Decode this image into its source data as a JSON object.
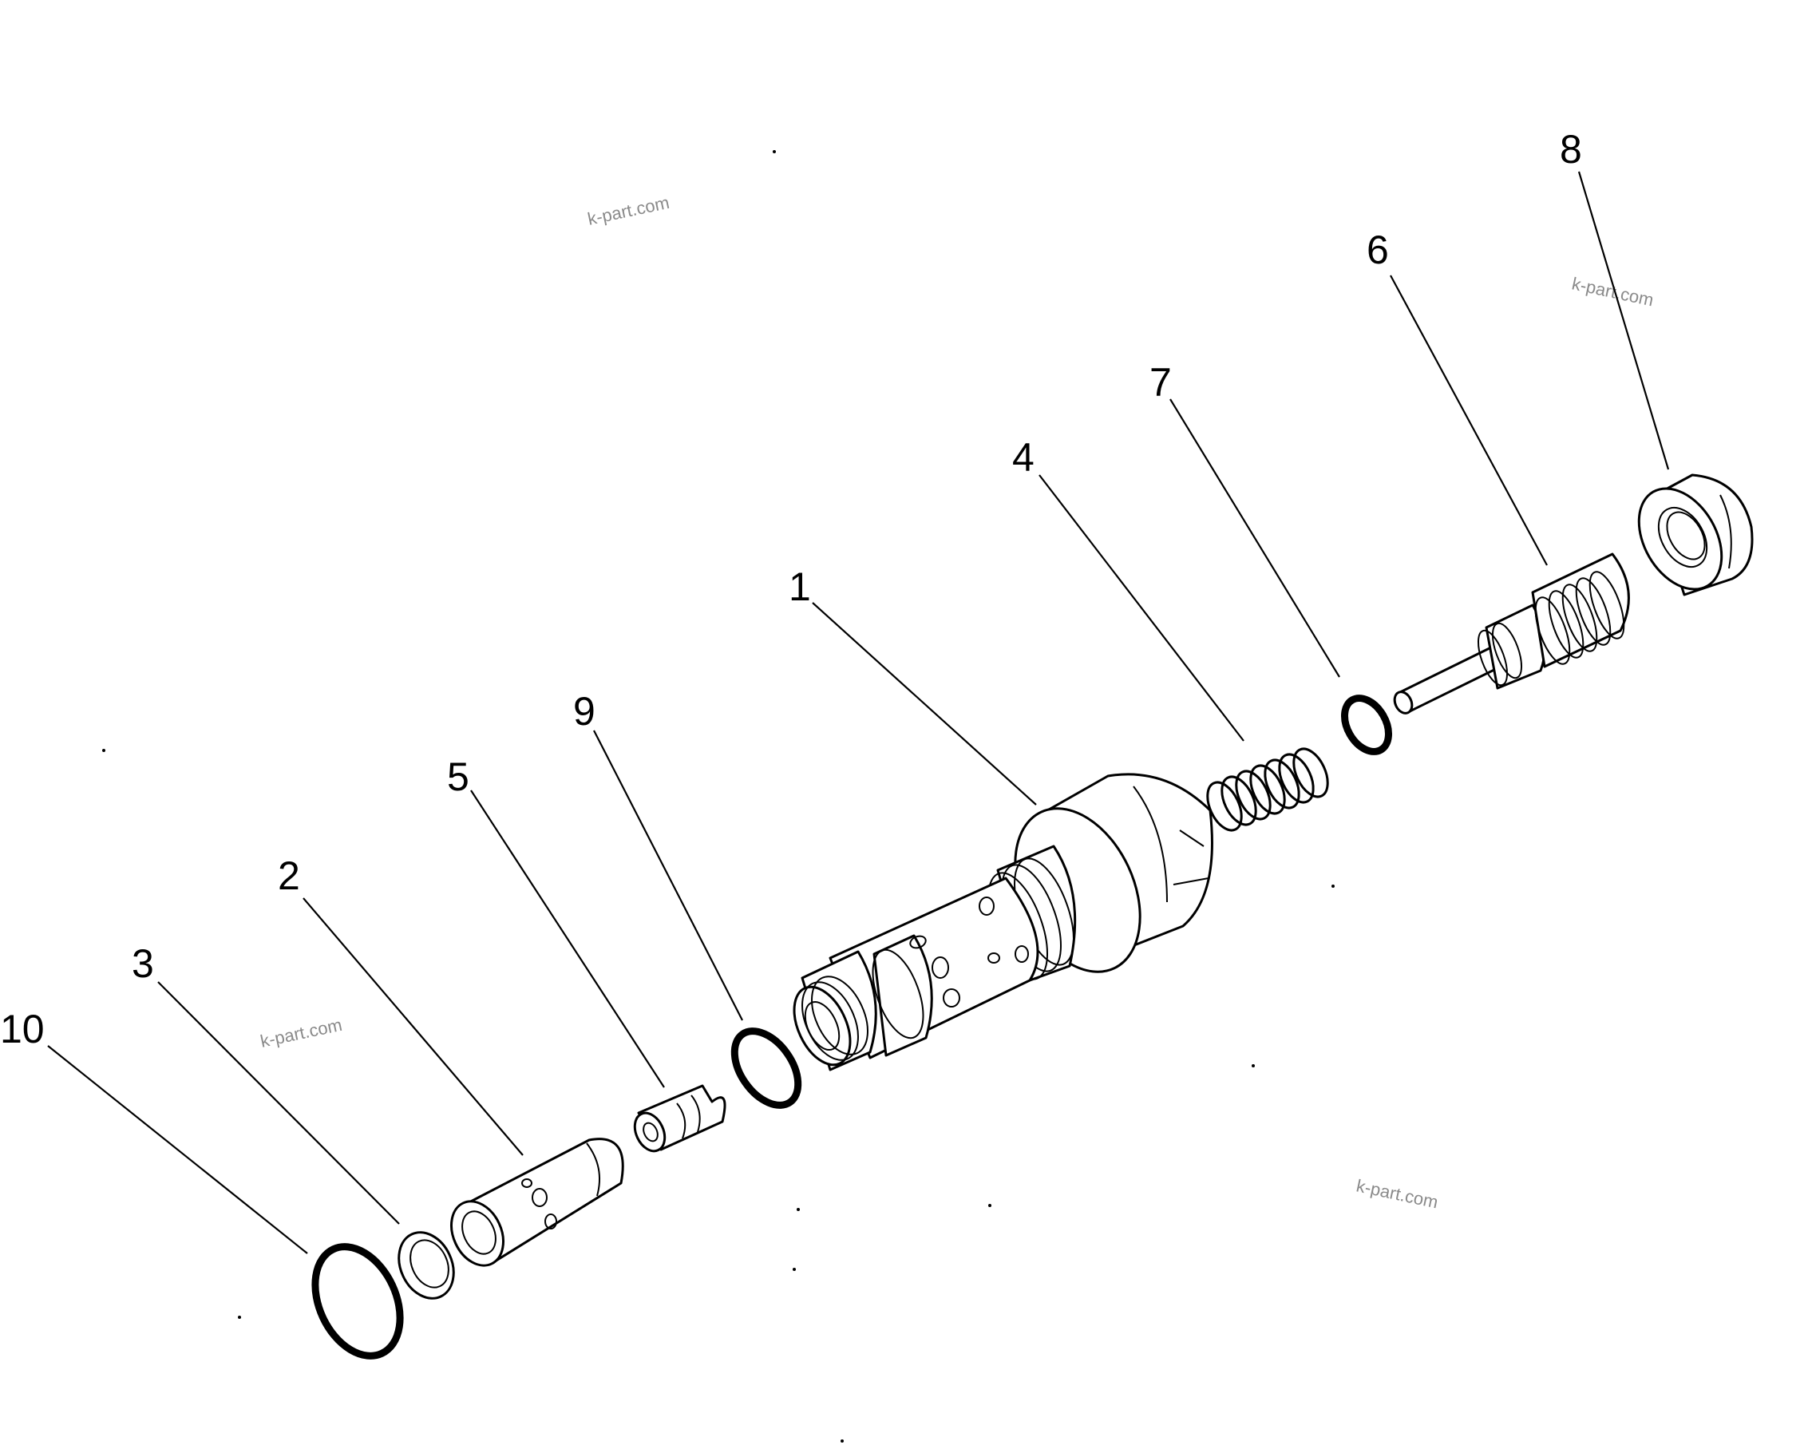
{
  "watermarks": [
    {
      "text": "k-part.com"
    },
    {
      "text": "k-part.com"
    },
    {
      "text": "k-part.com"
    },
    {
      "text": "k-part.com"
    }
  ],
  "callouts": [
    {
      "label": "1"
    },
    {
      "label": "2"
    },
    {
      "label": "3"
    },
    {
      "label": "4"
    },
    {
      "label": "5"
    },
    {
      "label": "6"
    },
    {
      "label": "7"
    },
    {
      "label": "8"
    },
    {
      "label": "9"
    },
    {
      "label": "10"
    }
  ],
  "colors": {
    "line": "#000000",
    "background": "#ffffff",
    "watermark": "#8a8a8a"
  }
}
